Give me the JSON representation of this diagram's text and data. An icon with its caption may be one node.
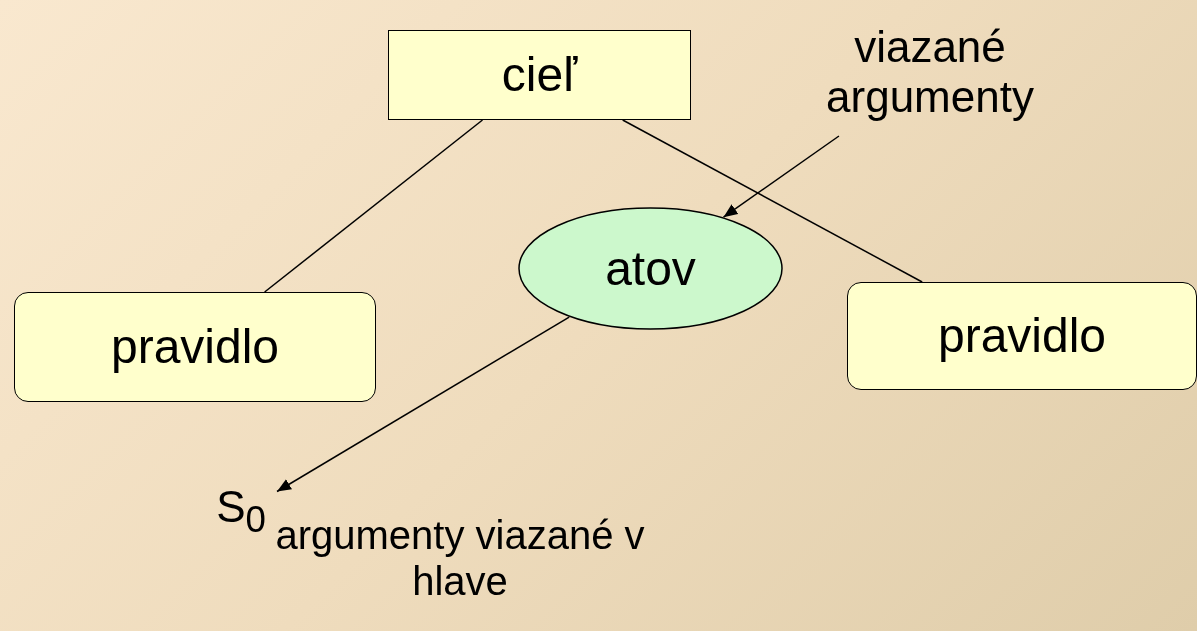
{
  "diagram": {
    "nodes": [
      {
        "text": [
          "cieľ"
        ]
      },
      {
        "text": [
          "pravidlo"
        ]
      },
      {
        "text": [
          "atov"
        ]
      },
      {
        "text": [
          "pravidlo"
        ]
      },
      {
        "text": [
          "viazané argumenty"
        ]
      },
      {
        "text": [
          "S$_{0}$"
        ]
      }
    ],
    "edges": [
      {
        "from": 0,
        "to": 1,
        "arrow": "none"
      },
      {
        "from": 0,
        "to": 3,
        "arrow": "none"
      },
      {
        "from": 4,
        "to": 2,
        "arrow": "to"
      },
      {
        "from": 2,
        "to": 5,
        "arrow": "to"
      }
    ],
    "labels": [
      "argumenty viazané v hlave"
    ]
  }
}
